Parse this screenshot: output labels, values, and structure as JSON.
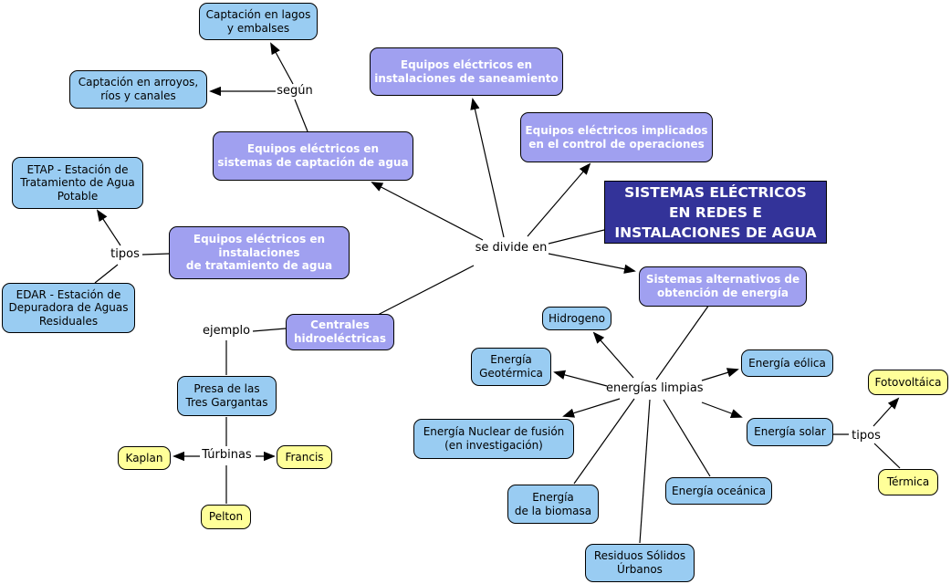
{
  "diagram": {
    "title_node": "SISTEMAS ELÉCTRICOS\nEN REDES E\nINSTALACIONES DE AGUA",
    "nodes": {
      "captacion_lagos": "Captación en lagos\ny embalses",
      "captacion_arroyos": "Captación en arroyos,\nríos y canales",
      "equipos_captacion": "Equipos eléctricos en\nsistemas de captación de agua",
      "equipos_saneamiento": "Equipos eléctricos en\ninstalaciones de saneamiento",
      "equipos_control": "Equipos eléctricos implicados\nen el control de operaciones",
      "equipos_tratamiento": "Equipos eléctricos en\ninstalaciones\nde tratamiento de agua",
      "etap": "ETAP - Estación de\nTratamiento de Agua\nPotable",
      "edar": "EDAR - Estación de\nDepuradora de Aguas\nResiduales",
      "centrales_hidroelectricas": "Centrales\nhidroeléctricas",
      "presa_tres_gargantas": "Presa de las\nTres Gargantas",
      "kaplan": "Kaplan",
      "francis": "Francis",
      "pelton": "Pelton",
      "sistemas_alternativos": "Sistemas alternativos de\nobtención de energía",
      "hidrogeno": "Hidrogeno",
      "energia_geotermica": "Energía\nGeotérmica",
      "energia_eolica": "Energía eólica",
      "energia_nuclear": "Energía Nuclear de fusión\n(en investigación)",
      "energia_solar": "Energía solar",
      "energia_biomasa": "Energía\nde la biomasa",
      "energia_oceanica": "Energía oceánica",
      "residuos_solidos": "Residuos Sólidos\nÚrbanos",
      "fotovoltaica": "Fotovoltáica",
      "termica": "Térmica"
    },
    "labels": {
      "segun": "según",
      "se_divide_en": "se divide en",
      "tipos_tratamiento": "tipos",
      "ejemplo": "ejemplo",
      "turbinas": "Túrbinas",
      "energias_limpias": "energías limpias",
      "tipos_solar": "tipos"
    },
    "colors": {
      "background": "#FFFFFF",
      "concept_fill": "#A0A0F0",
      "leaf_fill": "#99CCF2",
      "type_fill": "#FFFF99",
      "title_fill": "#333399",
      "concept_text": "#FFFFFF",
      "leaf_text": "#000000",
      "border": "#000000",
      "line": "#000000"
    }
  }
}
